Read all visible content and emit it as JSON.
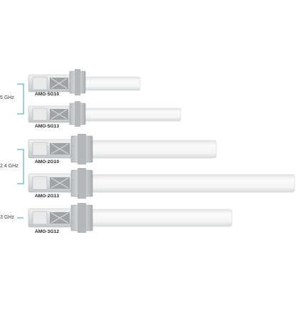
{
  "bands": [
    {
      "label": "5 GHz"
    },
    {
      "label": "2.4 GHz"
    },
    {
      "label": "3 GHz"
    }
  ],
  "antennas": [
    {
      "model": "AMO-5G10"
    },
    {
      "model": "AMO-5G13"
    },
    {
      "model": "AMO-2G10"
    },
    {
      "model": "AMO-2G13"
    },
    {
      "model": "AMO-3G12"
    }
  ],
  "colors": {
    "background": "#ffffff",
    "bracket": "#3aa6b0",
    "radome": "#f4f5f5",
    "mount": "#c9ccce"
  }
}
